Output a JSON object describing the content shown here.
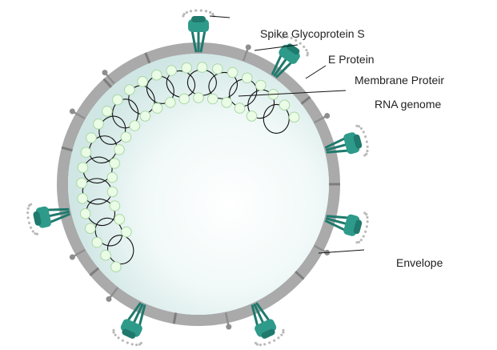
{
  "labels": {
    "spike": "Spike Glycoprotein S",
    "e_protein": "E Protein",
    "membrane": "Membrane Proteir",
    "rna": "RNA genome",
    "envelope": "Envelope"
  },
  "colors": {
    "envelope": "#aaaaaa",
    "interior": "#e3f2f1",
    "spike": "#2e9a8a",
    "spike_dark": "#1f7a6d",
    "rna_bead_fill": "#eafbe6",
    "rna_bead_stroke": "#a8d8a3",
    "rna_coil": "#111111",
    "small_protein": "#8e8e8e",
    "leader": "#111111"
  }
}
